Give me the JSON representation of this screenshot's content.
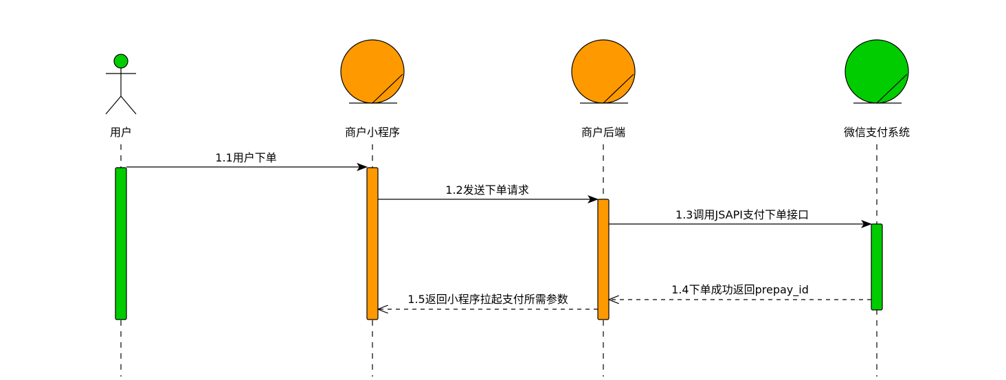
{
  "participants": [
    {
      "id": "user",
      "name": "用户",
      "kind": "actor",
      "color": "#00cc00"
    },
    {
      "id": "miniapp",
      "name": "商户小程序",
      "kind": "entity",
      "color": "#ff9900"
    },
    {
      "id": "backend",
      "name": "商户后端",
      "kind": "entity",
      "color": "#ff9900"
    },
    {
      "id": "wechatpay",
      "name": "微信支付系统",
      "kind": "entity",
      "color": "#00cc00"
    }
  ],
  "messages": [
    {
      "id": "m1",
      "label": "1.1用户下单",
      "from": "user",
      "to": "miniapp",
      "style": "solid"
    },
    {
      "id": "m2",
      "label": "1.2发送下单请求",
      "from": "miniapp",
      "to": "backend",
      "style": "solid"
    },
    {
      "id": "m3",
      "label": "1.3调用JSAPI支付下单接口",
      "from": "backend",
      "to": "wechatpay",
      "style": "solid"
    },
    {
      "id": "m4",
      "label": "1.4下单成功返回prepay_id",
      "from": "wechatpay",
      "to": "backend",
      "style": "dashed"
    },
    {
      "id": "m5",
      "label": "1.5返回小程序拉起支付所需参数",
      "from": "backend",
      "to": "miniapp",
      "style": "dashed"
    }
  ]
}
